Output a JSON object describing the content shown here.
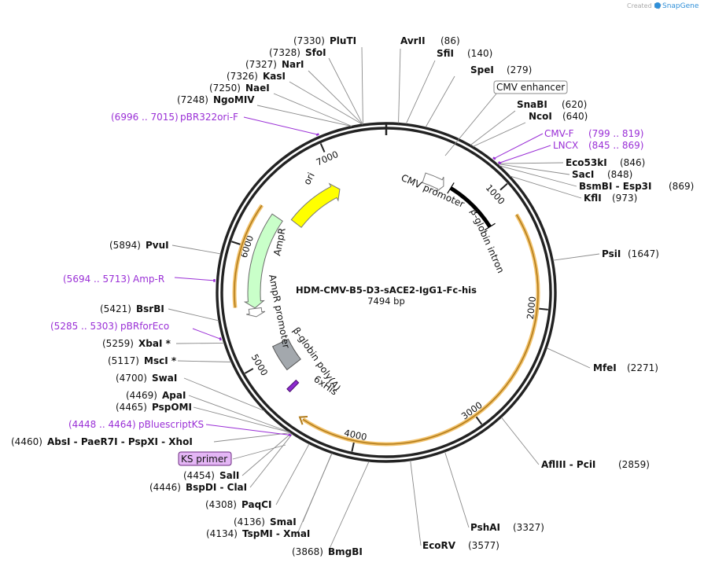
{
  "watermark": "Created by",
  "brand": "SnapGene",
  "plasmid": {
    "name": "HDM-CMV-B5-D3-sACE2-IgG1-Fc-his",
    "length": "7494 bp",
    "total_bp": 7494
  },
  "ring_ticks": [
    {
      "pos": 1000,
      "label": "1000"
    },
    {
      "pos": 2000,
      "label": "2000"
    },
    {
      "pos": 3000,
      "label": "3000"
    },
    {
      "pos": 4000,
      "label": "4000"
    },
    {
      "pos": 5000,
      "label": "5000"
    },
    {
      "pos": 6000,
      "label": "6000"
    },
    {
      "pos": 7000,
      "label": "7000"
    }
  ],
  "colors": {
    "ori": "#ffff00",
    "ampr": "#c9ffc9",
    "orf": "#f2c26b",
    "polyA": "#a3a8ad",
    "primer": "#9a2fd6",
    "ring": "#222222"
  },
  "features": [
    {
      "id": "ori",
      "label": "ori",
      "start": 6397,
      "end": 6985,
      "color": "#ffff00"
    },
    {
      "id": "ampr",
      "label": "AmpR",
      "start": 5499,
      "end": 6359,
      "color": "#c9ffc9"
    },
    {
      "id": "ampr-promoter",
      "label": "AmpR promoter",
      "start": 5394,
      "end": 5498,
      "color": "#ffffff"
    },
    {
      "id": "cmv-promoter",
      "label": "CMV promoter",
      "start": 380,
      "end": 583,
      "color": "#ffffff"
    },
    {
      "id": "beta-globin-intron",
      "label": "β-globin intron",
      "start": 650,
      "end": 1220,
      "color": "#000000"
    },
    {
      "id": "beta-globin-polya",
      "label": "β-globin poly(A)",
      "start": 4830,
      "end": 5090,
      "color": "#a3a8ad"
    },
    {
      "id": "6xhis",
      "label": "6xHis",
      "start": 4670,
      "end": 4690,
      "color": "#8e2bd0"
    }
  ],
  "cut_sites": [
    {
      "name": "PluTI",
      "pos": "(7330)",
      "bp": 7330,
      "left": true
    },
    {
      "name": "SfoI",
      "pos": "(7328)",
      "bp": 7328,
      "left": true
    },
    {
      "name": "NarI",
      "pos": "(7327)",
      "bp": 7327,
      "left": true
    },
    {
      "name": "KasI",
      "pos": "(7326)",
      "bp": 7326,
      "left": true
    },
    {
      "name": "NaeI",
      "pos": "(7250)",
      "bp": 7250,
      "left": true
    },
    {
      "name": "NgoMIV",
      "pos": "(7248)",
      "bp": 7248,
      "left": true
    },
    {
      "name": "AvrII",
      "pos": "(86)",
      "bp": 86,
      "left": false
    },
    {
      "name": "SfiI",
      "pos": "(140)",
      "bp": 140,
      "left": false
    },
    {
      "name": "SpeI",
      "pos": "(279)",
      "bp": 279,
      "left": false
    },
    {
      "name": "SnaBI",
      "pos": "(620)",
      "bp": 620,
      "left": false
    },
    {
      "name": "NcoI",
      "pos": "(640)",
      "bp": 640,
      "left": false
    },
    {
      "name": "Eco53kI",
      "pos": "(846)",
      "bp": 846,
      "left": false
    },
    {
      "name": "SacI",
      "pos": "(848)",
      "bp": 848,
      "left": false
    },
    {
      "name": "BsmBI - Esp3I",
      "pos": "(869)",
      "bp": 869,
      "left": false
    },
    {
      "name": "KflI",
      "pos": "(973)",
      "bp": 973,
      "left": false
    },
    {
      "name": "PsiI",
      "pos": "(1647)",
      "bp": 1647,
      "left": false
    },
    {
      "name": "MfeI",
      "pos": "(2271)",
      "bp": 2271,
      "left": false
    },
    {
      "name": "AflIII - PciI",
      "pos": "(2859)",
      "bp": 2859,
      "left": false
    },
    {
      "name": "PshAI",
      "pos": "(3327)",
      "bp": 3327,
      "left": false
    },
    {
      "name": "EcoRV",
      "pos": "(3577)",
      "bp": 3577,
      "left": false
    },
    {
      "name": "BmgBI",
      "pos": "(3868)",
      "bp": 3868,
      "left": true
    },
    {
      "name": "TspMI - XmaI",
      "pos": "(4134)",
      "bp": 4134,
      "left": true
    },
    {
      "name": "SmaI",
      "pos": "(4136)",
      "bp": 4136,
      "left": true
    },
    {
      "name": "PaqCI",
      "pos": "(4308)",
      "bp": 4308,
      "left": true
    },
    {
      "name": "BspDI - ClaI",
      "pos": "(4446)",
      "bp": 4446,
      "left": true
    },
    {
      "name": "SalI",
      "pos": "(4454)",
      "bp": 4454,
      "left": true
    },
    {
      "name": "AbsI - PaeR7I - PspXI - XhoI",
      "pos": "(4460)",
      "bp": 4460,
      "left": true
    },
    {
      "name": "PspOMI",
      "pos": "(4465)",
      "bp": 4465,
      "left": true
    },
    {
      "name": "ApaI",
      "pos": "(4469)",
      "bp": 4469,
      "left": true
    },
    {
      "name": "SwaI",
      "pos": "(4700)",
      "bp": 4700,
      "left": true
    },
    {
      "name": "MscI *",
      "pos": "(5117)",
      "bp": 5117,
      "left": true
    },
    {
      "name": "XbaI *",
      "pos": "(5259)",
      "bp": 5259,
      "left": true
    },
    {
      "name": "BsrBI",
      "pos": "(5421)",
      "bp": 5421,
      "left": true
    },
    {
      "name": "PvuI",
      "pos": "(5894)",
      "bp": 5894,
      "left": true
    }
  ],
  "primers": [
    {
      "name": "pBR322ori-F",
      "range": "(6996 .. 7015)",
      "bp": 7005
    },
    {
      "name": "CMV-F",
      "range": "(799 .. 819)",
      "bp": 809
    },
    {
      "name": "LNCX",
      "range": "(845 .. 869)",
      "bp": 857
    },
    {
      "name": "Amp-R",
      "range": "(5694 .. 5713)",
      "bp": 5703
    },
    {
      "name": "pBRforEco",
      "range": "(5285 .. 5303)",
      "bp": 5294
    },
    {
      "name": "pBluescriptKS",
      "range": "(4448 .. 4464)",
      "bp": 4456
    }
  ],
  "boxed_labels": {
    "cmv_enhancer": "CMV enhancer",
    "ks_primer": "KS primer"
  }
}
